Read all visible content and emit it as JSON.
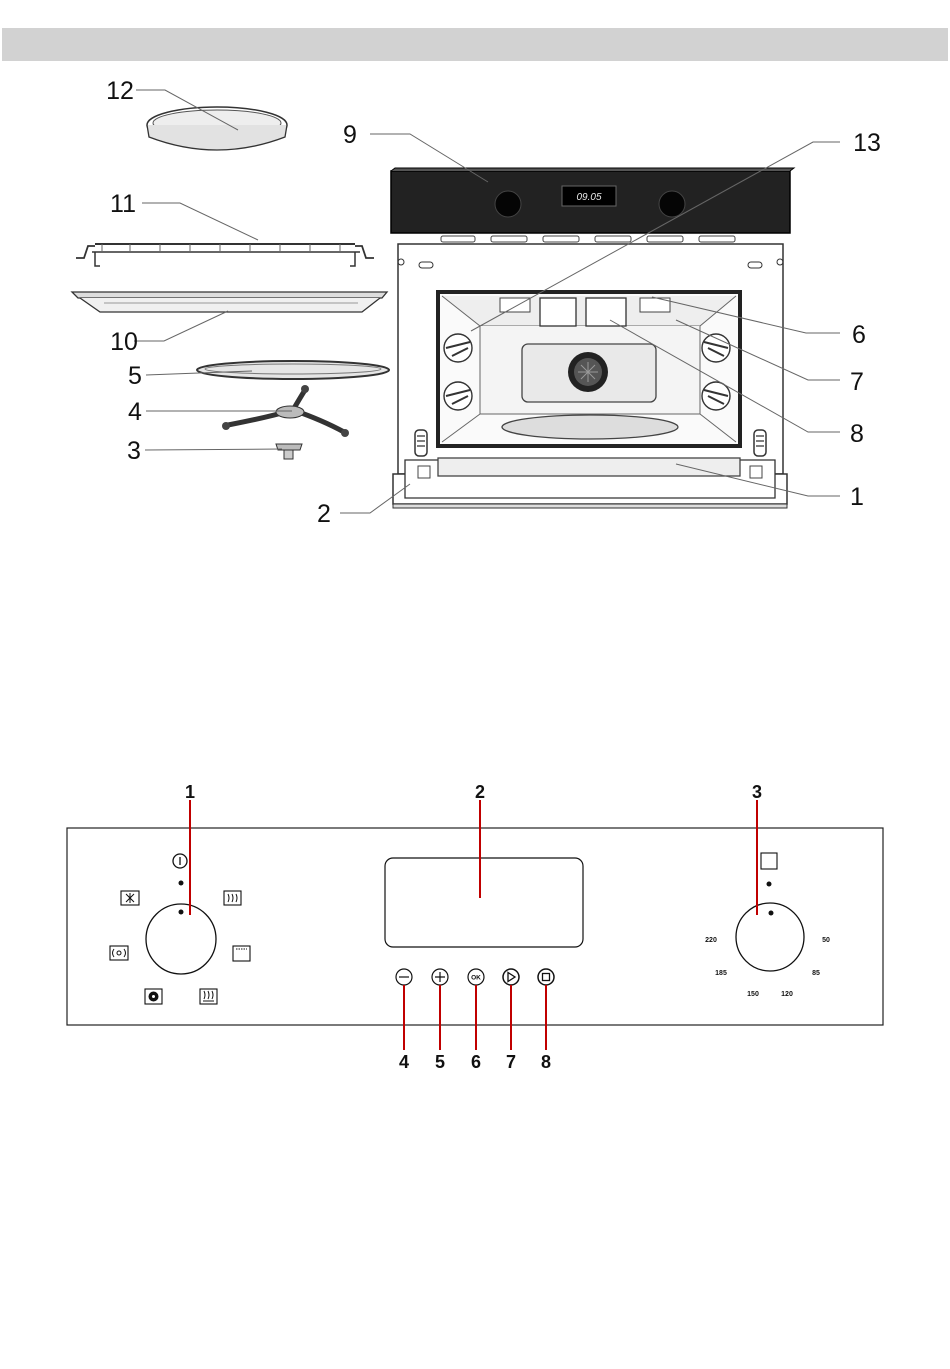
{
  "oven_diagram": {
    "display_time": "09.05",
    "callouts": [
      "1",
      "2",
      "3",
      "4",
      "5",
      "6",
      "7",
      "8",
      "9",
      "10",
      "11",
      "12",
      "13"
    ]
  },
  "panel_diagram": {
    "callouts_top": [
      "1",
      "2",
      "3"
    ],
    "callouts_bottom": [
      "4",
      "5",
      "6",
      "7",
      "8"
    ],
    "ok_button_label": "OK",
    "temperature_scale": [
      "220",
      "185",
      "150",
      "120",
      "85",
      "50"
    ]
  }
}
